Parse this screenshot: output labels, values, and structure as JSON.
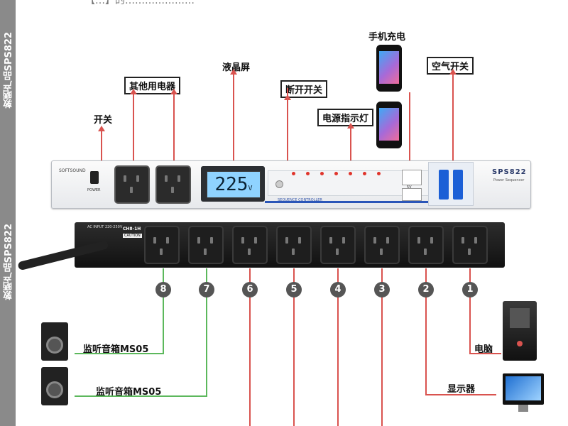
{
  "side_texts": [
    "敦晒产品SPS822",
    "敦晒产品SPS822"
  ],
  "top_cut_text": "【…】的…………………",
  "labels": {
    "switch": "开关",
    "other_appliances": "其他用电器",
    "lcd_screen": "液晶屏",
    "disconnect_switch": "断开开关",
    "phone_charging": "手机充电",
    "power_indicator": "电源指示灯",
    "air_switch": "空气开关",
    "computer": "电脑",
    "monitor": "显示器",
    "speaker_1": "监听音箱MS05",
    "speaker_2": "监听音箱MS05"
  },
  "device": {
    "model": "SPS822",
    "model_sub": "Power Sequencer",
    "brand": "SOFTSOUND",
    "power_label": "POWER",
    "voltage_display": "225",
    "voltage_unit": "V",
    "usb_label": "5V",
    "panel_caption": "SEQUENCE CONTROLLER",
    "back_label": "AC INPUT 220-250V",
    "channel_label": "CH8-1H",
    "caution": "CAUTION"
  },
  "outlet_numbers": [
    "8",
    "7",
    "6",
    "5",
    "4",
    "3",
    "2",
    "1"
  ],
  "colors": {
    "callout_arrow": "#d9534f",
    "speaker_line": "#5cb85c",
    "number_badge": "#555555",
    "lcd": "#8fd3ff",
    "breaker": "#1b5fd6"
  }
}
